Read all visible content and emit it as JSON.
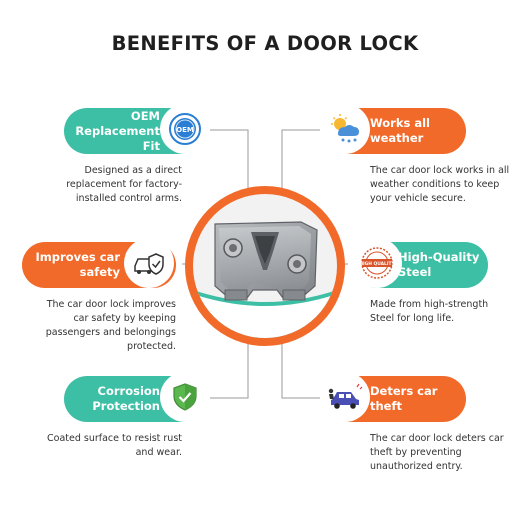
{
  "title": "BENEFITS OF A DOOR LOCK",
  "colors": {
    "teal": "#3dbfa5",
    "orange": "#f26a2a",
    "line": "#9a9a9a"
  },
  "center": {
    "image": "door-lock-latch-photo"
  },
  "benefits": [
    {
      "id": "oem",
      "side": "left",
      "color": "teal",
      "label_line1": "OEM",
      "label_line2": "Replacement Fit",
      "icon": "oem-badge-icon",
      "icon_text": "OEM",
      "desc": [
        "Designed as a direct",
        "replacement for factory-",
        "installed control arms."
      ]
    },
    {
      "id": "weather",
      "side": "right",
      "color": "orange",
      "label_line1": "Works all",
      "label_line2": "weather",
      "icon": "weather-icon",
      "desc": [
        "The car door lock works in all",
        "weather conditions to keep",
        "your vehicle secure."
      ]
    },
    {
      "id": "safety",
      "side": "left",
      "color": "orange",
      "label_line1": "Improves car",
      "label_line2": "safety",
      "icon": "car-shield-icon",
      "desc": [
        "The car door lock improves",
        "car safety by keeping",
        "passengers and belongings",
        "protected."
      ]
    },
    {
      "id": "quality",
      "side": "right",
      "color": "teal",
      "label_line1": "High-Quality",
      "label_line2": "Steel",
      "icon": "high-quality-stamp-icon",
      "icon_text": "HIGH QUALITY",
      "desc": [
        "Made from high-strength",
        "Steel for long life."
      ]
    },
    {
      "id": "corrosion",
      "side": "left",
      "color": "teal",
      "label_line1": "Corrosion",
      "label_line2": "Protection",
      "icon": "shield-check-icon",
      "desc": [
        "Coated surface to resist rust",
        "and wear."
      ]
    },
    {
      "id": "theft",
      "side": "right",
      "color": "orange",
      "label_line1": "Deters car",
      "label_line2": "theft",
      "icon": "thief-car-icon",
      "desc": [
        "The car door lock deters car",
        "theft by preventing",
        "unauthorized entry."
      ]
    }
  ]
}
